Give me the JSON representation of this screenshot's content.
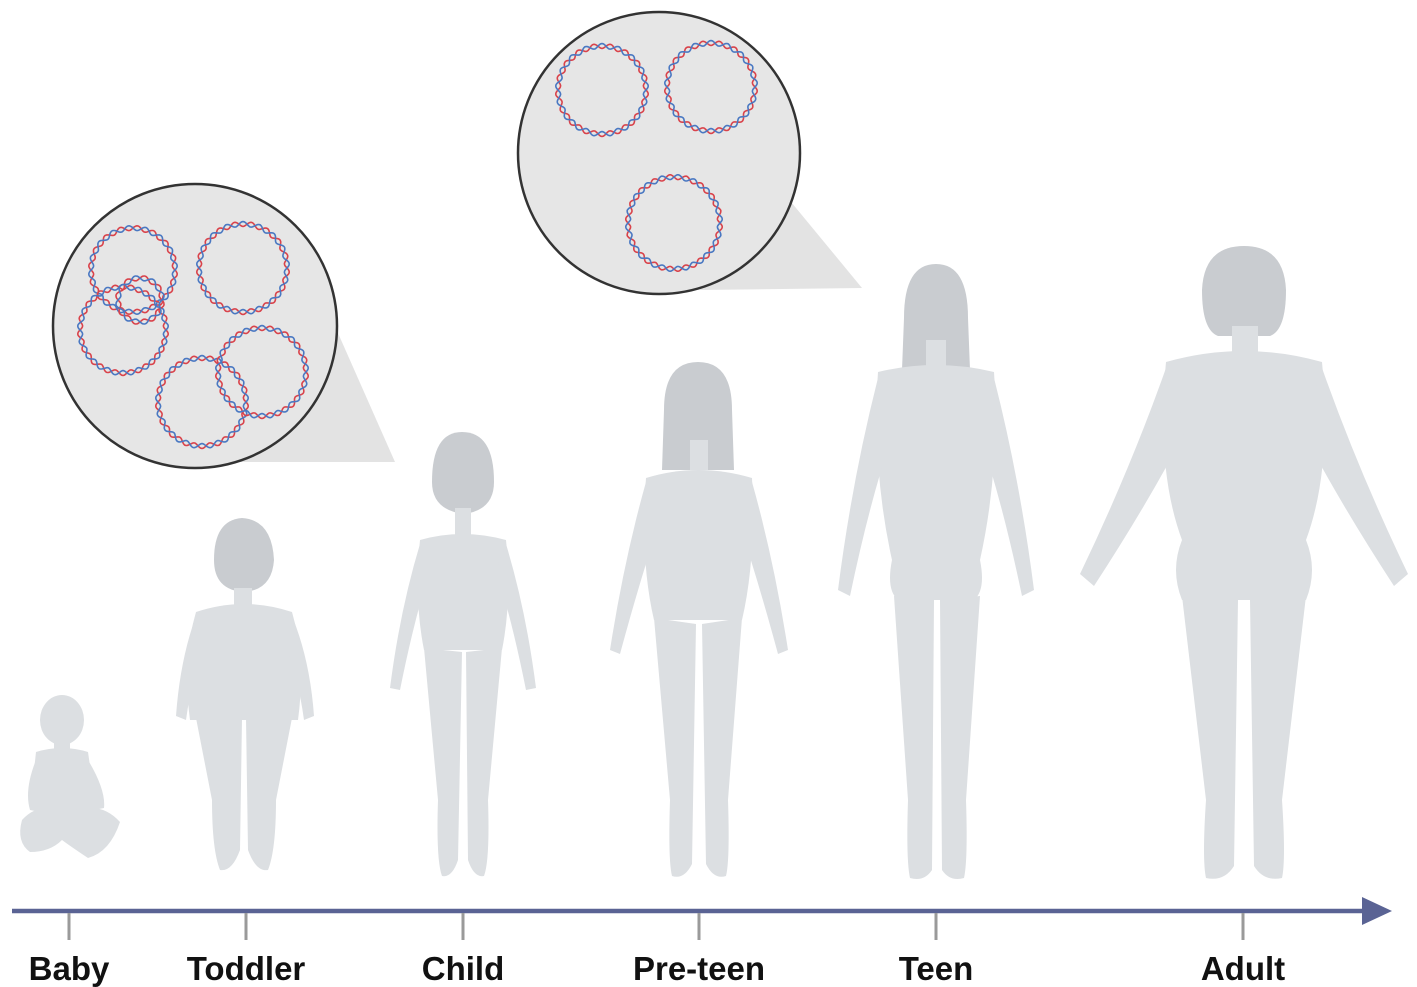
{
  "stages": [
    {
      "id": "baby",
      "label": "Baby"
    },
    {
      "id": "toddler",
      "label": "Toddler"
    },
    {
      "id": "child",
      "label": "Child"
    },
    {
      "id": "pre-teen",
      "label": "Pre-teen"
    },
    {
      "id": "teen",
      "label": "Teen"
    },
    {
      "id": "adult",
      "label": "Adult"
    }
  ],
  "colors": {
    "axis": "#5a6394",
    "tick": "#9a9a9a",
    "figure": "#dcdfe2",
    "bubble_fill": "#e6e6e6",
    "bubble_stroke": "#333333",
    "dna_red": "#d9434b",
    "dna_blue": "#4a78c2"
  },
  "callouts": [
    {
      "id": "early",
      "points_to": "child",
      "dna_circles": 6
    },
    {
      "id": "late",
      "points_to": "teen",
      "dna_circles": 3
    }
  ]
}
